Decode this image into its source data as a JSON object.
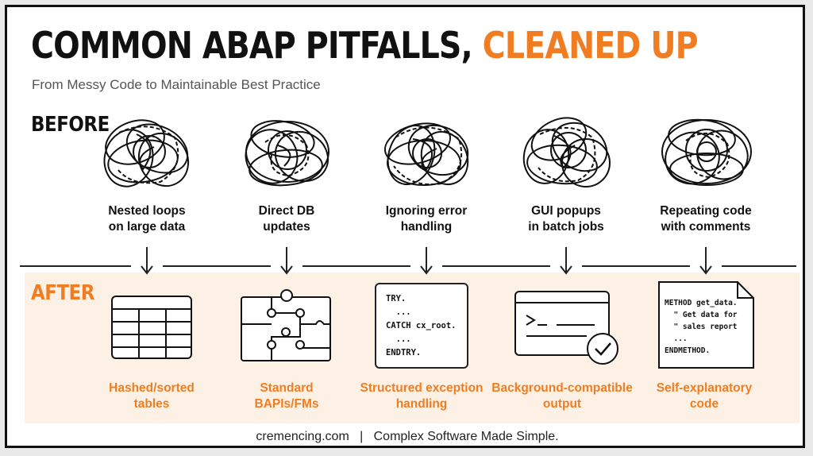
{
  "title": {
    "main": "COMMON ABAP PITFALLS,",
    "accent": "CLEANED UP"
  },
  "subtitle": "From Messy Code to Maintainable Best Practice",
  "sections": {
    "before": "BEFORE",
    "after": "AFTER"
  },
  "before_items": [
    {
      "line1": "Nested loops",
      "line2": "on large data",
      "icon": "tangled-scribble-icon"
    },
    {
      "line1": "Direct DB",
      "line2": "updates",
      "icon": "tangled-scribble-icon"
    },
    {
      "line1": "Ignoring error",
      "line2": "handling",
      "icon": "tangled-scribble-icon"
    },
    {
      "line1": "GUI popups",
      "line2": "in batch jobs",
      "icon": "tangled-scribble-icon"
    },
    {
      "line1": "Repeating code",
      "line2": "with comments",
      "icon": "tangled-scribble-icon"
    }
  ],
  "after_items": [
    {
      "line1": "Hashed/sorted",
      "line2": "tables",
      "icon": "table-grid-icon"
    },
    {
      "line1": "Standard",
      "line2": "BAPIs/FMs",
      "icon": "puzzle-circuit-icon"
    },
    {
      "line1": "Structured exception",
      "line2": "handling",
      "icon": "code-window-icon",
      "code": "TRY.\n  ...\nCATCH cx_root.\n  ...\nENDTRY."
    },
    {
      "line1": "Background-compatible",
      "line2": "output",
      "icon": "terminal-check-icon"
    },
    {
      "line1": "Self-explanatory",
      "line2": "code",
      "icon": "code-document-icon",
      "code": "METHOD get_data.\n  \" Get data for\n  \" sales report\n  ...\nENDMETHOD."
    }
  ],
  "footer": {
    "site": "cremencing.com",
    "separator": "|",
    "tagline": "Complex Software Made Simple."
  },
  "colors": {
    "accent": "#f07d22",
    "after_background": "#fdf1e6",
    "ink": "#111111"
  }
}
